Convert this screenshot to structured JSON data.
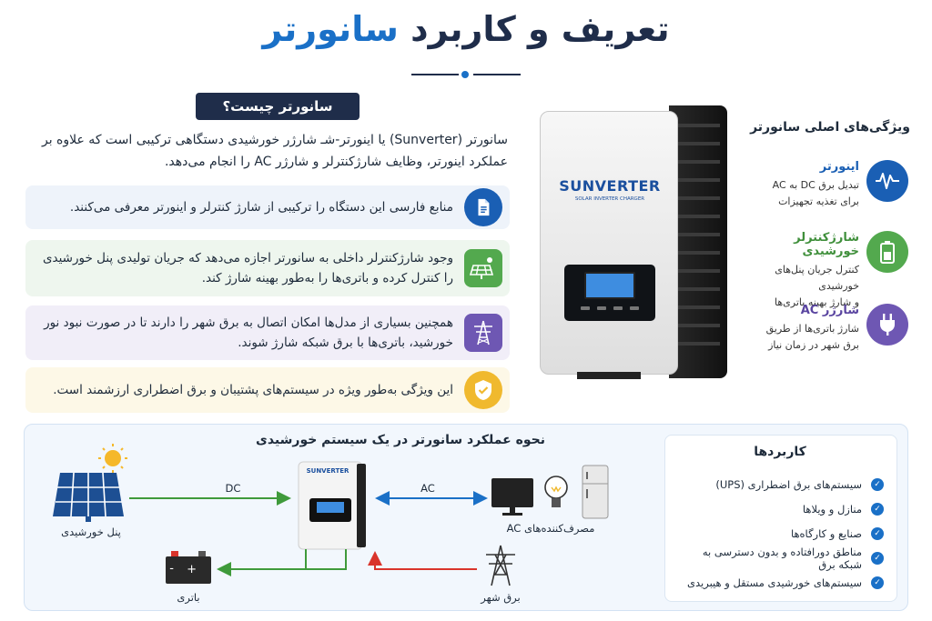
{
  "header": {
    "title_part1": "تعریف و کاربرد",
    "title_part2": "سانورتر"
  },
  "what_is": {
    "heading": "سانورتر چیست؟",
    "intro": "سانورتر (Sunverter) یا اینورتر-شـ شارژر خورشیدی دستگاهی ترکیبی است که علاوه بر عملکرد اینورتر، وظایف شارژکنترلر و شارژر AC را انجام می‌دهد."
  },
  "info_cards": [
    {
      "icon": "document-icon",
      "text": "منابع فارسی این دستگاه را ترکیبی از شارژ کنترلر و اینورتر معرفی می‌کنند."
    },
    {
      "icon": "solar-panel-icon",
      "text": "وجود شارژکنترلر داخلی به سانورتر اجازه می‌دهد که جریان تولیدی پنل خورشیدی را کنترل کرده و باتری‌ها را به‌طور بهینه شارژ کند."
    },
    {
      "icon": "power-tower-icon",
      "text": "همچنین بسیاری از مدل‌ها امکان اتصال به برق شهر را دارند تا در صورت نبود نور خورشید، باتری‌ها با برق شبکه شارژ شوند."
    },
    {
      "icon": "shield-check-icon",
      "text": "این ویژگی به‌طور ویژه در سیستم‌های پشتیبان و برق اضطراری ارزشمند است."
    }
  ],
  "product": {
    "brand": "SUNVERTER",
    "subtitle": "SOLAR INVERTER CHARGER"
  },
  "features": {
    "title": "ویژگی‌های اصلی سانورتر",
    "items": [
      {
        "icon": "waveform-icon",
        "title": "اینورتر",
        "line1": "تبدیل برق DC به AC",
        "line2": "برای تغذیه تجهیزات"
      },
      {
        "icon": "battery-icon",
        "title": "شارژکنترلر خورشیدی",
        "line1": "کنترل جریان پنل‌های خورشیدی",
        "line2": "و شارژ بهینه باتری‌ها"
      },
      {
        "icon": "plug-icon",
        "title": "شارژر AC",
        "line1": "شارژ باتری‌ها از طریق",
        "line2": "برق شهر در زمان نیاز"
      }
    ]
  },
  "how_it_works": {
    "title": "نحوه عملکرد سانورتر در یک سیستم خورشیدی",
    "solar_panel_label": "پنل خورشیدی",
    "dc_label": "DC",
    "ac_label": "AC",
    "consumers_label": "مصرف‌کننده‌های AC",
    "battery_label": "باتری",
    "grid_label": "برق شهر",
    "device_brand": "SUNVERTER"
  },
  "applications": {
    "title": "کاربردها",
    "items": [
      "سیستم‌های برق اضطراری (UPS)",
      "منازل و ویلاها",
      "صنایع و کارگاه‌ها",
      "مناطق دورافتاده و بدون دسترسی به شبکه برق",
      "سیستم‌های خورشیدی مستقل و هیبریدی"
    ]
  },
  "colors": {
    "navy": "#1f2d4a",
    "blue": "#1a70c7",
    "green": "#53a94e",
    "purple": "#6e57b3",
    "yellow": "#f0b92e",
    "red": "#d9342b"
  }
}
